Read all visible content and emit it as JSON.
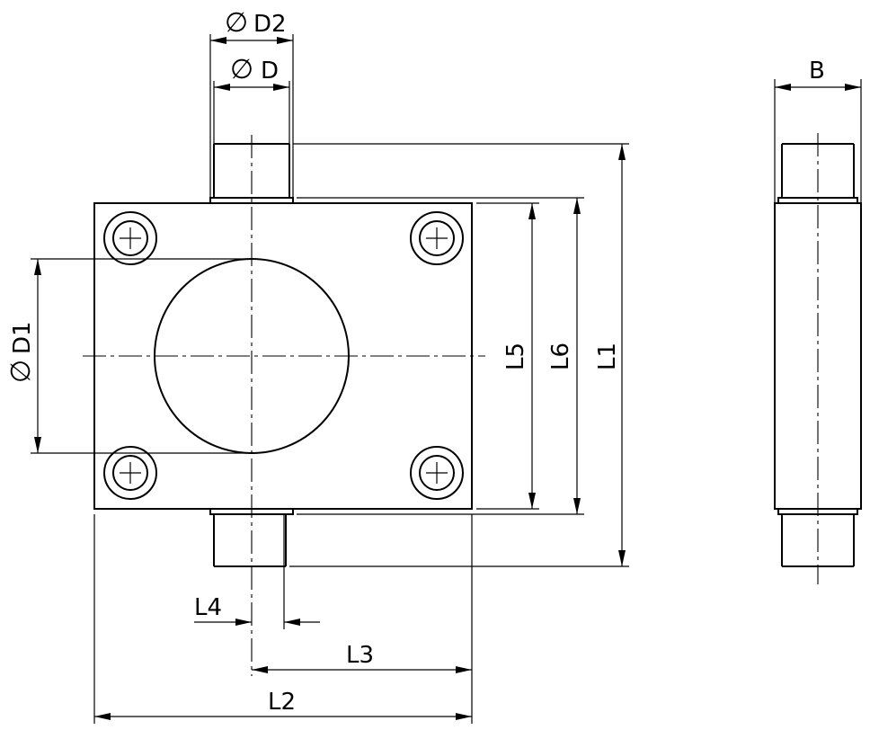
{
  "labels": {
    "d2": "D2",
    "d": "D",
    "b": "B",
    "d1": "D1",
    "l5": "L5",
    "l6": "L6",
    "l1": "L1",
    "l4": "L4",
    "l3": "L3",
    "l2": "L2",
    "diameter_symbol": "∅"
  }
}
